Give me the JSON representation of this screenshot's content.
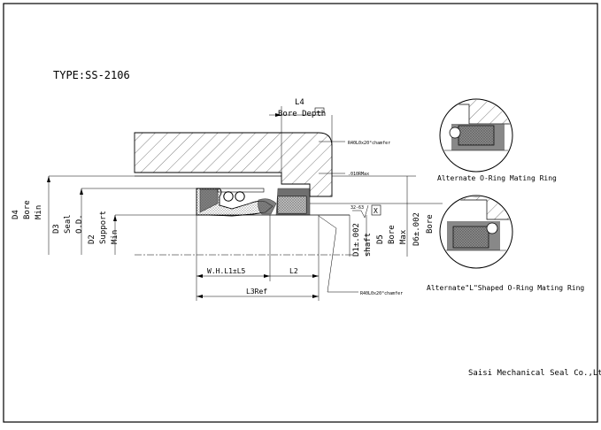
{
  "drawing": {
    "title": "TYPE:SS-2106",
    "company": "Saisi Mechanical Seal Co.,Ltd",
    "dimensions": {
      "l4": "L4",
      "bore_depth": "Bore Depth",
      "d4": "D4",
      "d4_bore": "Bore",
      "d4_min": "Min",
      "d3": "D3",
      "d3_seal": "Seal",
      "d3_od": "O.D.",
      "d2": "D2",
      "d2_support": "Support",
      "d2_min": "Min",
      "whl": "W.H.L1±L5",
      "l2": "L2",
      "l3": "L3Ref",
      "d1": "D1±.002",
      "d1_shaft": "shaft",
      "d5": "D5",
      "d5_bore": "Bore",
      "d5_max": "Max",
      "d6": "D6±.002",
      "d6_bore": "Bore"
    },
    "notes": {
      "chamfer_top": "R40L0x20°chamfer",
      "max_note": ".010RMax",
      "finish": "32-63",
      "datum": "X",
      "chamfer_bottom": "R40L0x20°chamfer"
    },
    "details": {
      "oring_caption": "Alternate O-Ring Mating Ring",
      "lshape_caption": "Alternate\"L\"Shaped O-Ring Mating Ring"
    }
  }
}
